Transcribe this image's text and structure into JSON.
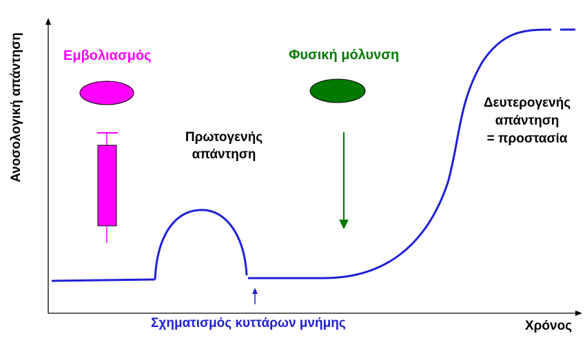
{
  "y_axis_label": "Ανοσολογική απάντηση",
  "x_axis_label": "Χρόνος",
  "vaccination_label": "Εμβολιασμός",
  "infection_label": "Φυσική μόλυνση",
  "primary_response": [
    "Πρωτογενής",
    "απάντηση"
  ],
  "secondary_response": [
    "Δευτερογενής",
    "απάντηση",
    "= προστασία"
  ],
  "memory_cells_label": "Σχηματισμός κυττάρων μνήμης",
  "colors": {
    "vaccine": "#ff00ff",
    "infection": "#007a00",
    "curve": "#1f1fd6",
    "memory_text": "#1f1fd6",
    "text": "#000000",
    "axis": "#000000"
  }
}
